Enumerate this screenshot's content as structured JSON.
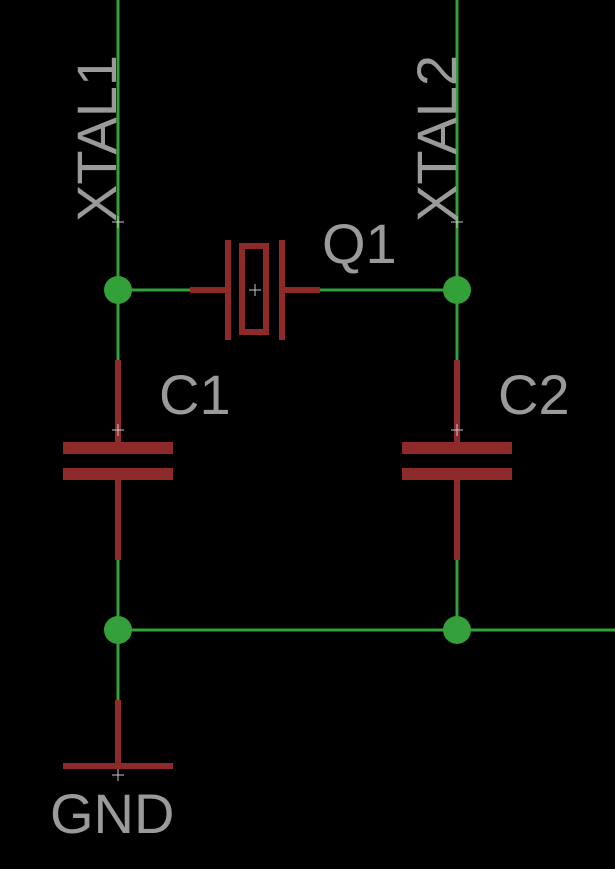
{
  "colors": {
    "background": "#000000",
    "wire": "#34a03a",
    "component": "#8e2a2a",
    "label": "#9a9a9a",
    "origin_mark": "#c8c8c8"
  },
  "nets": {
    "xtal1": "XTAL1",
    "xtal2": "XTAL2",
    "ground": "GND"
  },
  "components": {
    "crystal": "Q1",
    "cap_left": "C1",
    "cap_right": "C2"
  }
}
